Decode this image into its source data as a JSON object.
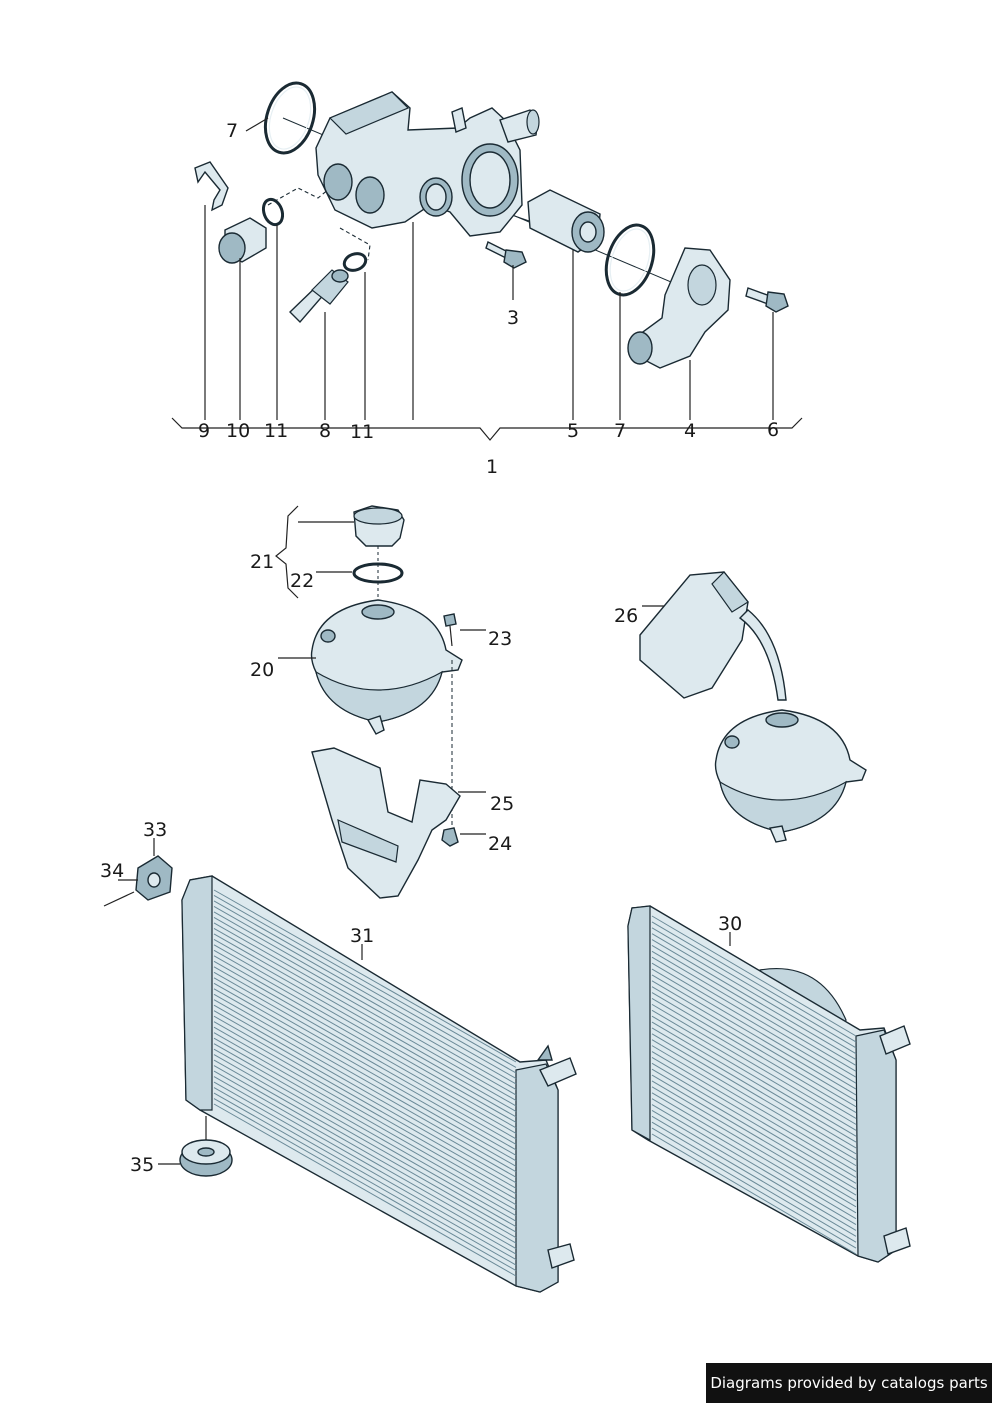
{
  "labels": {
    "l1": "1",
    "l3": "3",
    "l4": "4",
    "l5": "5",
    "l6": "6",
    "l7a": "7",
    "l7b": "7",
    "l8": "8",
    "l9": "9",
    "l10": "10",
    "l11a": "11",
    "l11b": "11",
    "l20": "20",
    "l21": "21",
    "l22": "22",
    "l23": "23",
    "l24": "24",
    "l25": "25",
    "l26": "26",
    "l30": "30",
    "l31": "31",
    "l33": "33",
    "l34": "34",
    "l35": "35"
  },
  "footer": {
    "credit": "Diagrams provided by catalogs parts"
  }
}
